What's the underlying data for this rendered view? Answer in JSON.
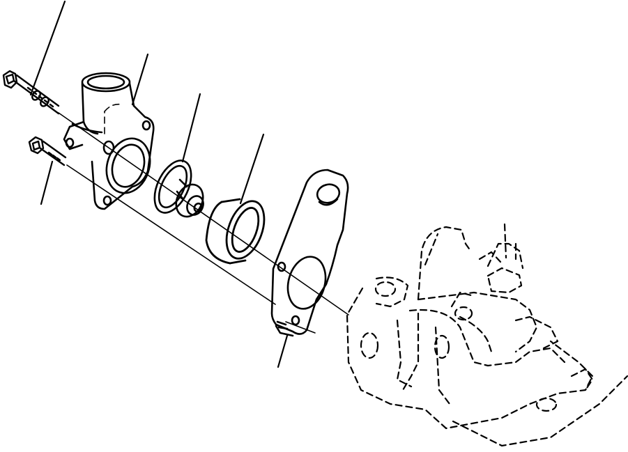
{
  "diagram": {
    "line_color": "#000000",
    "background_color": "#ffffff",
    "parts": [
      {
        "name": "long-bolt"
      },
      {
        "name": "short-bolt"
      },
      {
        "name": "thermostat-housing"
      },
      {
        "name": "thermostat"
      },
      {
        "name": "seal-ring"
      },
      {
        "name": "gasket-bracket"
      },
      {
        "name": "engine-block-phantom"
      }
    ],
    "callouts": 6
  }
}
